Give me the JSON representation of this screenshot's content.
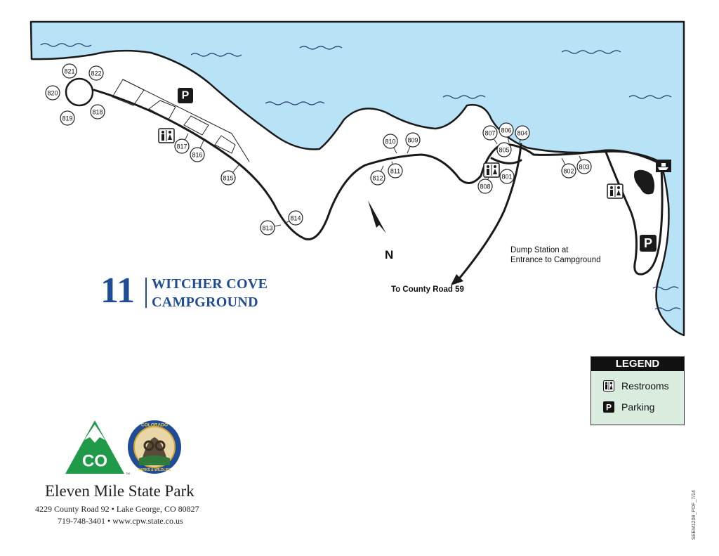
{
  "map": {
    "title_number": "11",
    "title_line1": "WITCHER COVE",
    "title_line2": "CAMPGROUND",
    "north_label": "N",
    "dump_station_line1": "Dump Station at",
    "dump_station_line2": "Entrance to Campground",
    "county_road_label": "To County Road 59",
    "parking_symbol": "P",
    "colors": {
      "water": "#b8e2f6",
      "title_blue": "#1f4c94",
      "legend_bg": "#d9ecdd",
      "co_green": "#1f9a48"
    },
    "sites": [
      {
        "number": "801"
      },
      {
        "number": "802"
      },
      {
        "number": "803"
      },
      {
        "number": "804"
      },
      {
        "number": "805"
      },
      {
        "number": "806"
      },
      {
        "number": "807"
      },
      {
        "number": "808"
      },
      {
        "number": "809"
      },
      {
        "number": "810"
      },
      {
        "number": "811"
      },
      {
        "number": "812"
      },
      {
        "number": "813"
      },
      {
        "number": "814"
      },
      {
        "number": "815"
      },
      {
        "number": "816"
      },
      {
        "number": "817"
      },
      {
        "number": "818"
      },
      {
        "number": "819"
      },
      {
        "number": "820"
      },
      {
        "number": "821"
      },
      {
        "number": "822"
      }
    ],
    "icons": [
      "restroom-icon",
      "parking-icon",
      "boat-ramp-icon",
      "north-arrow-icon"
    ]
  },
  "legend": {
    "title": "LEGEND",
    "items": [
      {
        "label": "Restrooms",
        "icon": "restroom-icon"
      },
      {
        "label": "Parking",
        "icon": "parking-icon"
      }
    ]
  },
  "footer": {
    "logo_text": "CO",
    "tm": "TM",
    "cpw_seal_top": "COLORADO",
    "cpw_seal_bottom": "PARKS & WILDLIFE",
    "park_name": "Eleven Mile State Park",
    "address": "4229 County Road 92  •  Lake George, CO 80827",
    "contact": "719-748-3401  •  www.cpw.state.co.us",
    "doc_code": "SEEM1208_PDF_7/14"
  }
}
